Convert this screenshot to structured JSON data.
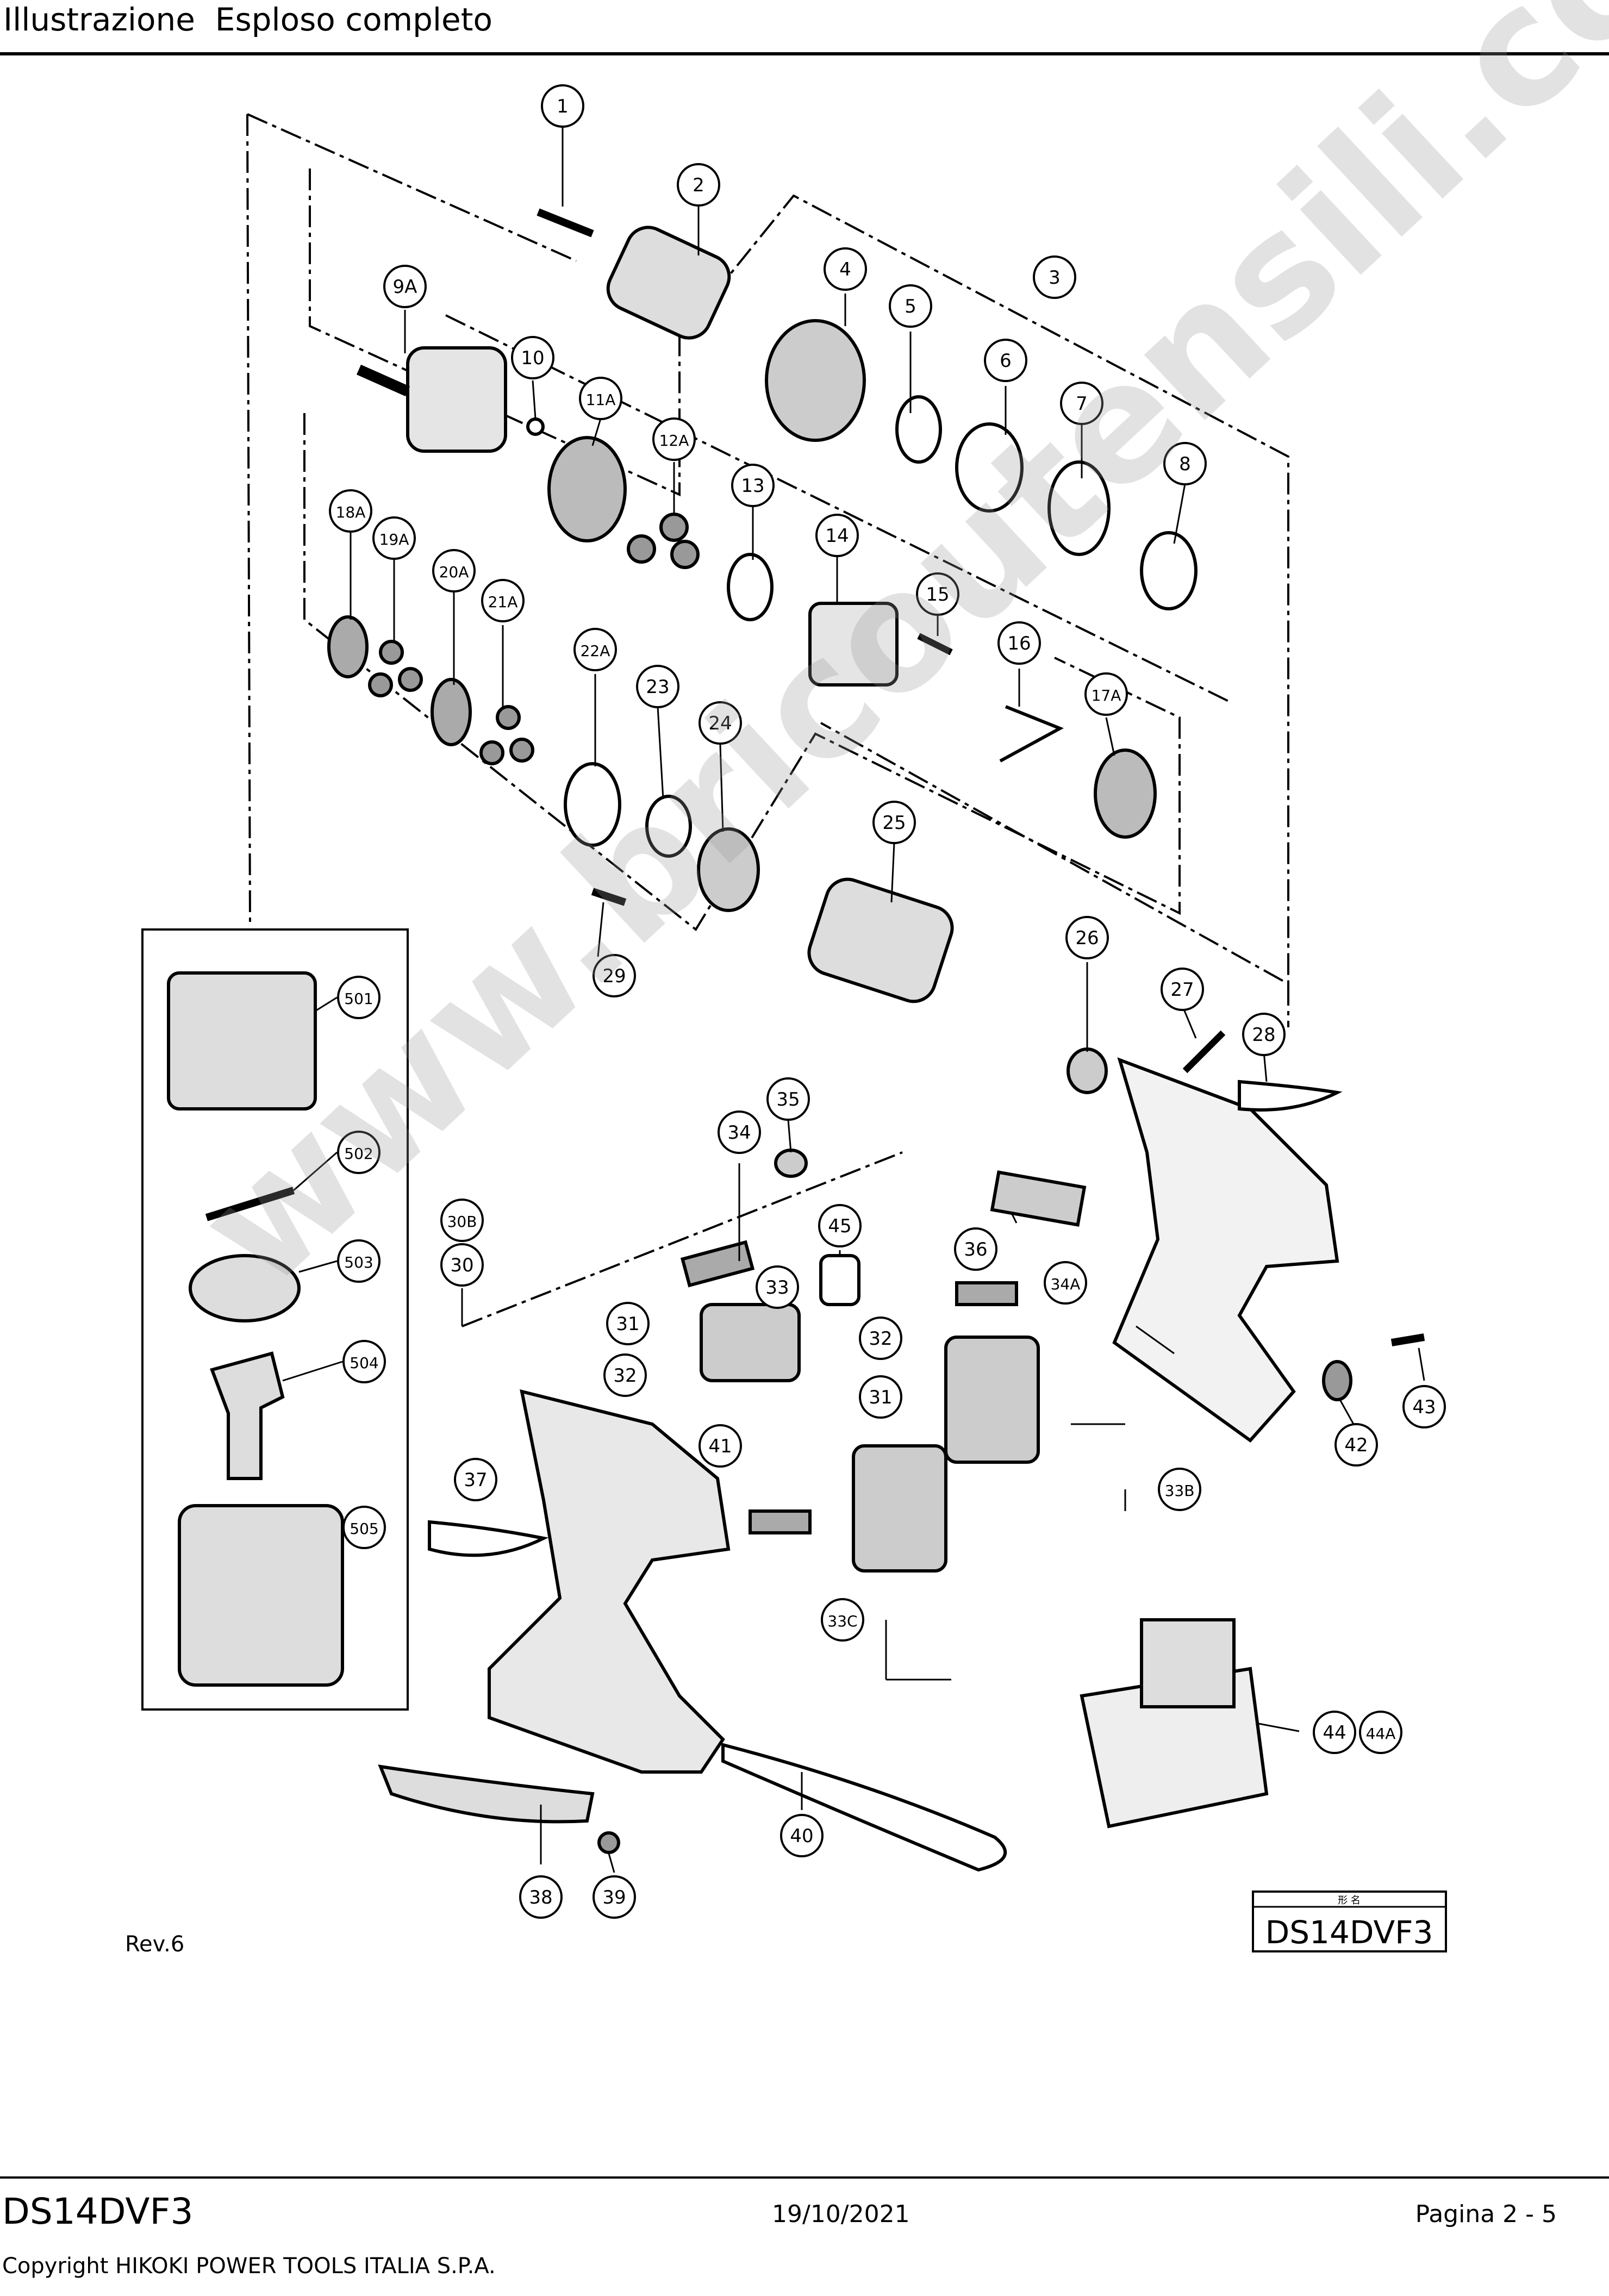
{
  "header": {
    "title": "Illustrazione  Esploso completo"
  },
  "drawing": {
    "callouts": [
      "1",
      "2",
      "3",
      "4",
      "5",
      "6",
      "7",
      "8",
      "9A",
      "10",
      "11A",
      "12A",
      "13",
      "14",
      "15",
      "16",
      "17A",
      "18A",
      "19A",
      "20A",
      "21A",
      "22A",
      "23",
      "24",
      "25",
      "26",
      "27",
      "28",
      "29",
      "30B",
      "30",
      "31",
      "32",
      "33",
      "34",
      "35",
      "36",
      "34A",
      "45",
      "32",
      "31",
      "33B",
      "41",
      "37",
      "33C",
      "44",
      "44A",
      "40",
      "38",
      "39",
      "42",
      "43",
      "501",
      "502",
      "503",
      "504",
      "505"
    ],
    "rev": "Rev.6",
    "model_box": {
      "caption": "形 名",
      "model": "DS14DVF3"
    },
    "watermark": "www.bricoutensili.com"
  },
  "footer": {
    "model": "DS14DVF3",
    "date": "19/10/2021",
    "page": "Pagina 2 - 5",
    "copyright": "Copyright HIKOKI POWER TOOLS ITALIA S.P.A."
  }
}
